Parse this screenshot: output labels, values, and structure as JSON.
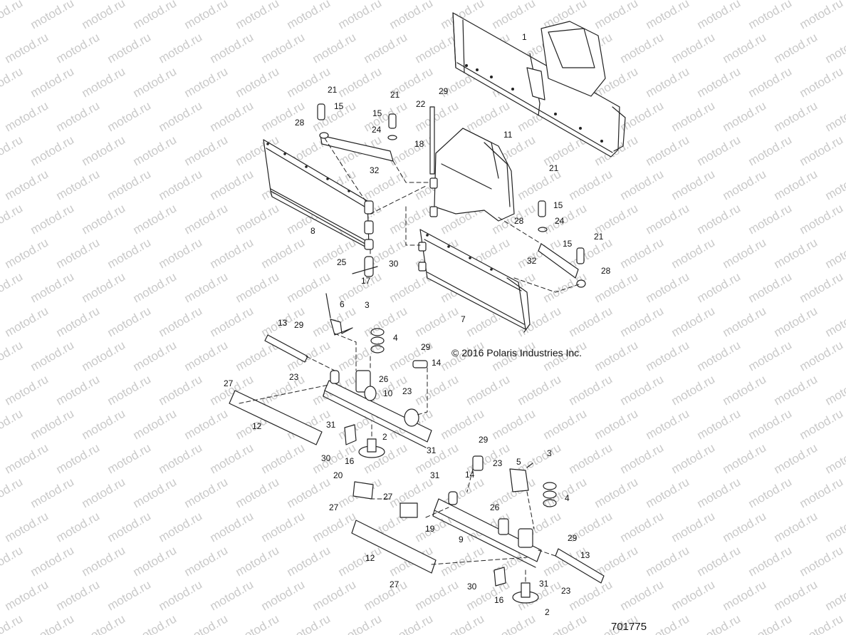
{
  "diagram": {
    "watermark": "motod.ru",
    "copyright": "© 2016 Polaris Industries Inc.",
    "drawing_number": "701775",
    "callouts": [
      {
        "id": "c1",
        "label": "1"
      },
      {
        "id": "c21a",
        "label": "21"
      },
      {
        "id": "c15a",
        "label": "15"
      },
      {
        "id": "c28a",
        "label": "28"
      },
      {
        "id": "c21b",
        "label": "21"
      },
      {
        "id": "c15b",
        "label": "15"
      },
      {
        "id": "c24a",
        "label": "24"
      },
      {
        "id": "c22",
        "label": "22"
      },
      {
        "id": "c29a",
        "label": "29"
      },
      {
        "id": "c18",
        "label": "18"
      },
      {
        "id": "c11",
        "label": "11"
      },
      {
        "id": "c32a",
        "label": "32"
      },
      {
        "id": "c8",
        "label": "8"
      },
      {
        "id": "c21c",
        "label": "21"
      },
      {
        "id": "c15c",
        "label": "15"
      },
      {
        "id": "c28b",
        "label": "28"
      },
      {
        "id": "c24b",
        "label": "24"
      },
      {
        "id": "c21d",
        "label": "21"
      },
      {
        "id": "c15d",
        "label": "15"
      },
      {
        "id": "c32b",
        "label": "32"
      },
      {
        "id": "c28c",
        "label": "28"
      },
      {
        "id": "c25",
        "label": "25"
      },
      {
        "id": "c30a",
        "label": "30"
      },
      {
        "id": "c17",
        "label": "17"
      },
      {
        "id": "c7",
        "label": "7"
      },
      {
        "id": "c6",
        "label": "6"
      },
      {
        "id": "c3a",
        "label": "3"
      },
      {
        "id": "c4a",
        "label": "4"
      },
      {
        "id": "c13a",
        "label": "13"
      },
      {
        "id": "c29b",
        "label": "29"
      },
      {
        "id": "c29c",
        "label": "29"
      },
      {
        "id": "c14a",
        "label": "14"
      },
      {
        "id": "c23a",
        "label": "23"
      },
      {
        "id": "c26a",
        "label": "26"
      },
      {
        "id": "c23b",
        "label": "23"
      },
      {
        "id": "c27a",
        "label": "27"
      },
      {
        "id": "c10",
        "label": "10"
      },
      {
        "id": "c12a",
        "label": "12"
      },
      {
        "id": "c31a",
        "label": "31"
      },
      {
        "id": "c2a",
        "label": "2"
      },
      {
        "id": "c31b",
        "label": "31"
      },
      {
        "id": "c30b",
        "label": "30"
      },
      {
        "id": "c16a",
        "label": "16"
      },
      {
        "id": "c29d",
        "label": "29"
      },
      {
        "id": "c23c",
        "label": "23"
      },
      {
        "id": "c5",
        "label": "5"
      },
      {
        "id": "c3b",
        "label": "3"
      },
      {
        "id": "c14b",
        "label": "14"
      },
      {
        "id": "c20",
        "label": "20"
      },
      {
        "id": "c31c",
        "label": "31"
      },
      {
        "id": "c4b",
        "label": "4"
      },
      {
        "id": "c27b",
        "label": "27"
      },
      {
        "id": "c27c",
        "label": "27"
      },
      {
        "id": "c26b",
        "label": "26"
      },
      {
        "id": "c19",
        "label": "19"
      },
      {
        "id": "c9",
        "label": "9"
      },
      {
        "id": "c29e",
        "label": "29"
      },
      {
        "id": "c12b",
        "label": "12"
      },
      {
        "id": "c13b",
        "label": "13"
      },
      {
        "id": "c27d",
        "label": "27"
      },
      {
        "id": "c30c",
        "label": "30"
      },
      {
        "id": "c31d",
        "label": "31"
      },
      {
        "id": "c23d",
        "label": "23"
      },
      {
        "id": "c16b",
        "label": "16"
      },
      {
        "id": "c2b",
        "label": "2"
      }
    ]
  }
}
